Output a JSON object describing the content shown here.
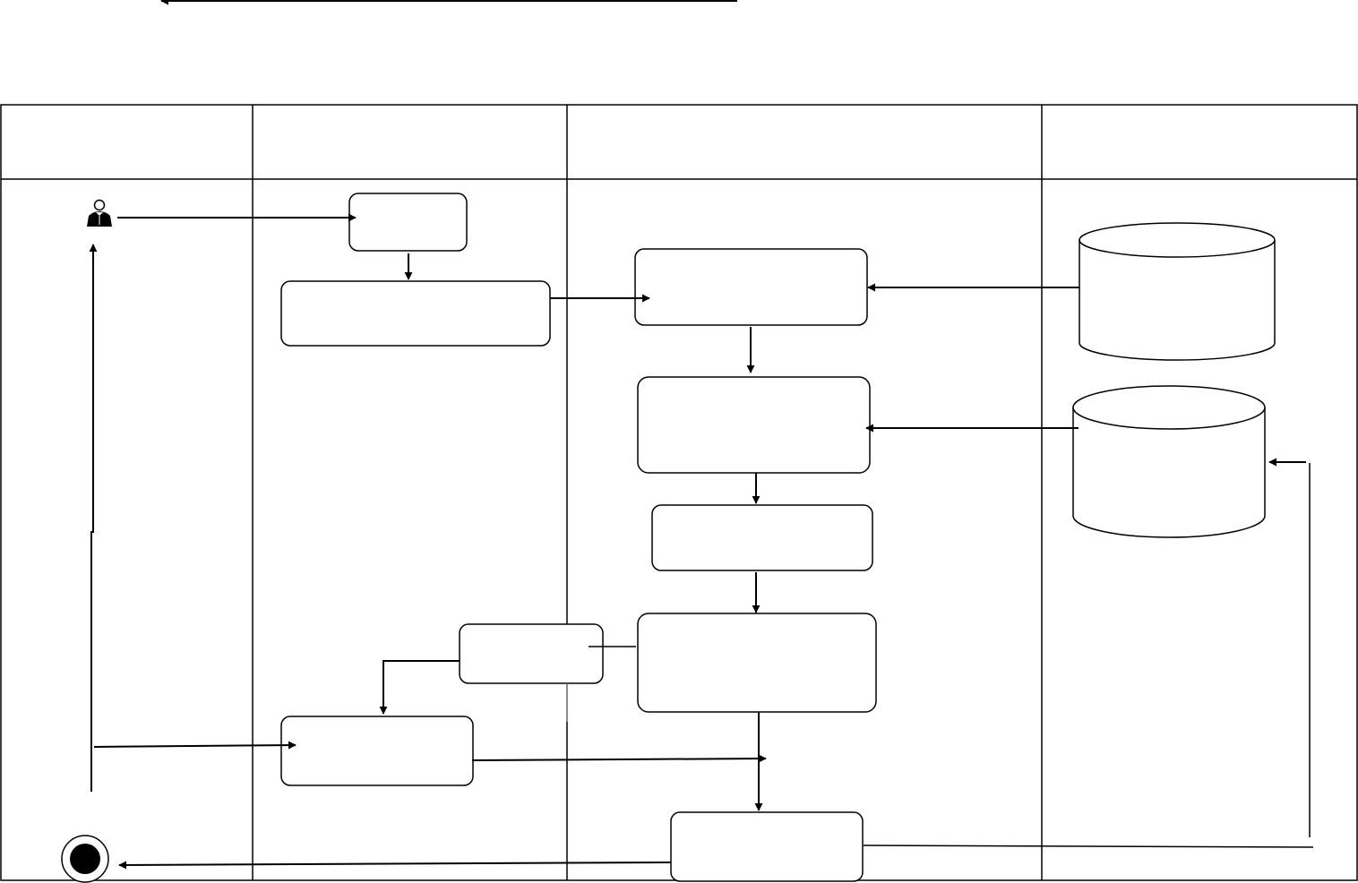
{
  "diagram": {
    "title": "",
    "lanes": [
      {
        "id": "lane-1",
        "title": ""
      },
      {
        "id": "lane-2",
        "title": ""
      },
      {
        "id": "lane-3",
        "title": ""
      },
      {
        "id": "lane-4",
        "title": ""
      }
    ],
    "actor": {
      "icon": "user-icon"
    },
    "end_node": {
      "icon": "end-state-icon"
    },
    "nodes": [
      {
        "id": "box-a",
        "label": ""
      },
      {
        "id": "box-b",
        "label": ""
      },
      {
        "id": "box-c",
        "label": ""
      },
      {
        "id": "box-d",
        "label": ""
      },
      {
        "id": "box-e",
        "label": ""
      },
      {
        "id": "box-f",
        "label": ""
      },
      {
        "id": "box-g",
        "label": ""
      },
      {
        "id": "box-h",
        "label": ""
      },
      {
        "id": "box-i",
        "label": ""
      }
    ],
    "datastores": [
      {
        "id": "db-1",
        "label": ""
      },
      {
        "id": "db-2",
        "label": ""
      }
    ],
    "colors": {
      "line": "#000000",
      "background": "#ffffff"
    }
  }
}
